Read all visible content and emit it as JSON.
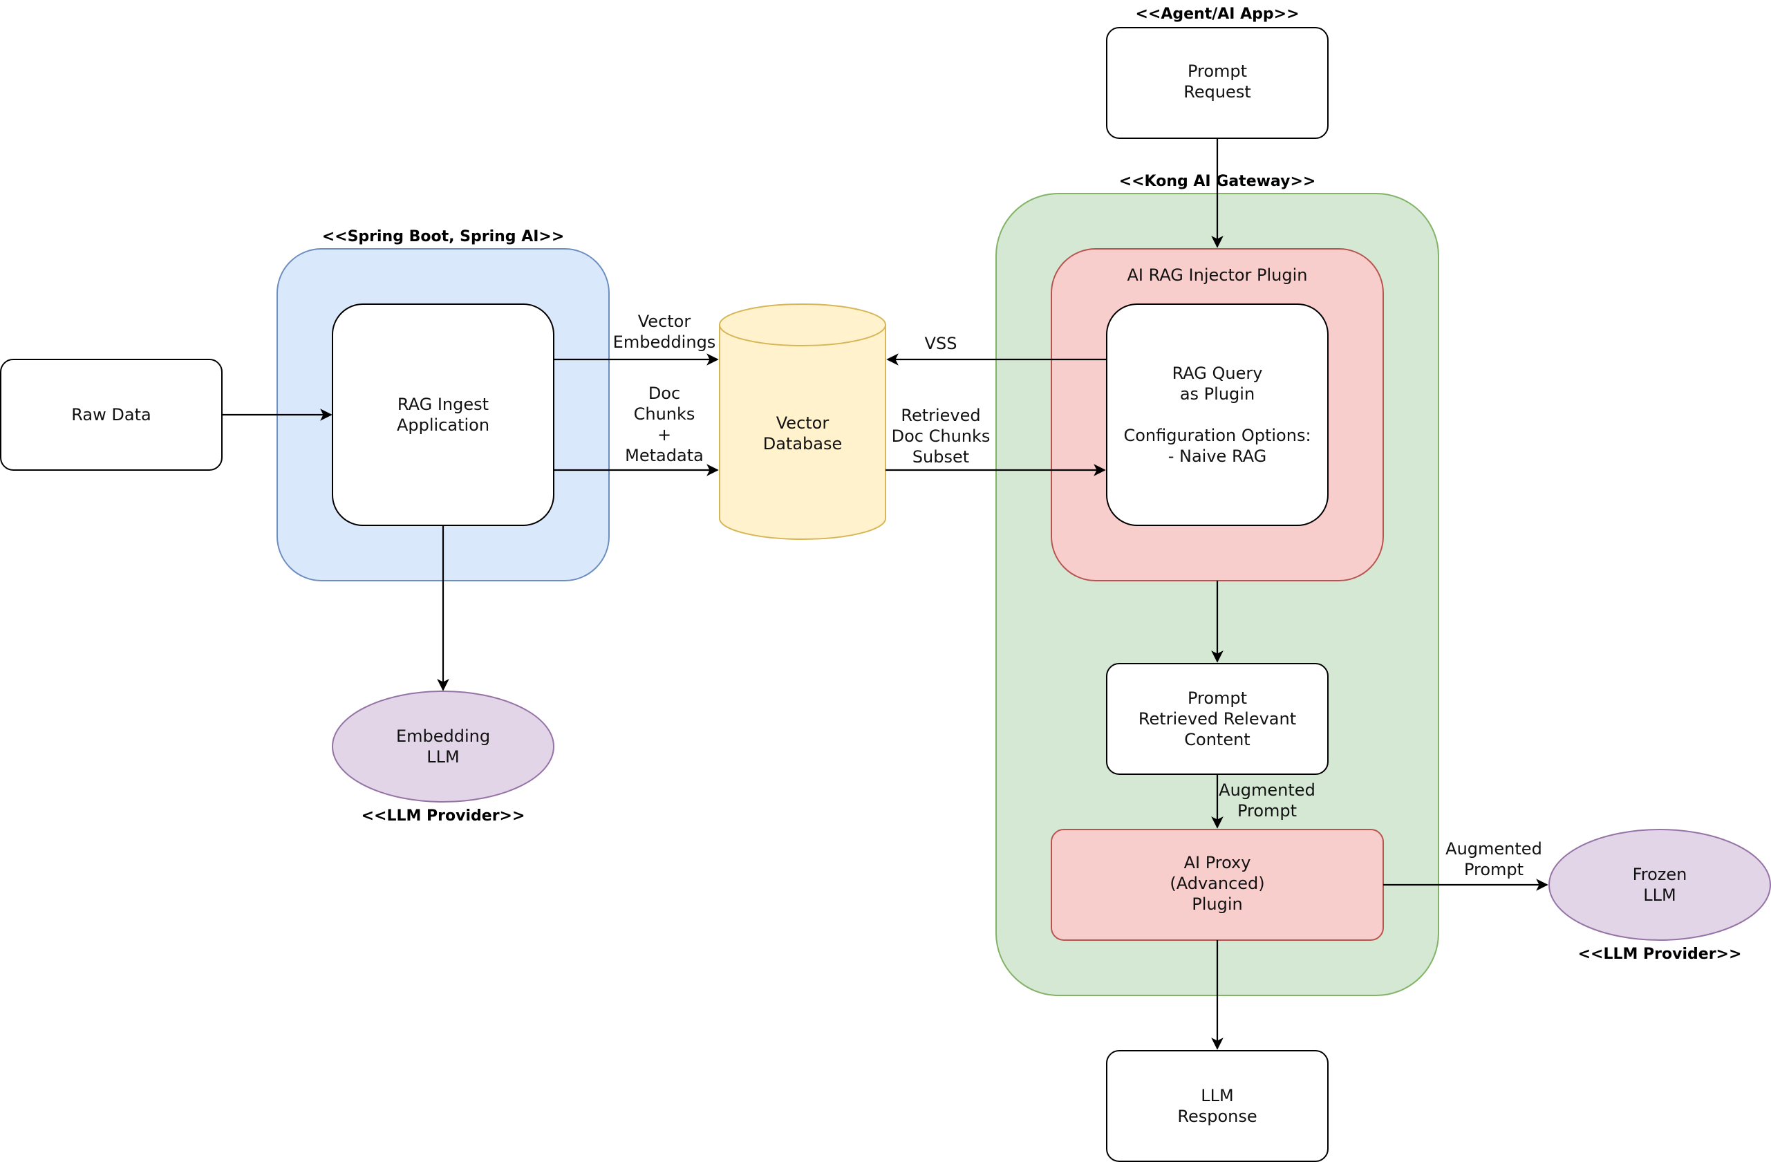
{
  "stereotypes": {
    "agent_app": "<<Agent/AI App>>",
    "kong_gateway": "<<Kong AI Gateway>>",
    "spring": "<<Spring Boot, Spring AI>>",
    "llm_provider_left": "<<LLM Provider>>",
    "llm_provider_right": "<<LLM Provider>>"
  },
  "nodes": {
    "raw_data": [
      "Raw Data"
    ],
    "rag_ingest": [
      "RAG Ingest",
      "Application"
    ],
    "embedding_llm": [
      "Embedding",
      "LLM"
    ],
    "vector_db": [
      "Vector",
      "Database"
    ],
    "prompt_request": [
      "Prompt",
      "Request"
    ],
    "rag_injector_title": "AI RAG Injector Plugin",
    "rag_query": [
      "RAG Query",
      "as Plugin",
      "",
      "Configuration Options:",
      "- Naive RAG"
    ],
    "prompt_retrieved": [
      "Prompt",
      "Retrieved Relevant",
      "Content"
    ],
    "ai_proxy": [
      "AI Proxy",
      "(Advanced)",
      "Plugin"
    ],
    "frozen_llm": [
      "Frozen",
      "LLM"
    ],
    "llm_response": [
      "LLM",
      "Response"
    ]
  },
  "edge_labels": {
    "vector_embeddings": [
      "Vector",
      "Embeddings"
    ],
    "doc_chunks": [
      "Doc",
      "Chunks",
      "+",
      "Metadata"
    ],
    "vss": [
      "VSS"
    ],
    "retrieved": [
      "Retrieved",
      "Doc Chunks",
      "Subset"
    ],
    "augmented_inner": [
      "Augmented",
      "Prompt"
    ],
    "augmented_outer": [
      "Augmented",
      "Prompt"
    ]
  },
  "colors": {
    "spring_fill": "#dae8fc",
    "spring_stroke": "#6c8ebf",
    "kong_fill": "#d5e8d4",
    "kong_stroke": "#82b366",
    "plugin_fill": "#f8cecc",
    "plugin_stroke": "#b85450",
    "db_fill": "#fff2cc",
    "db_stroke": "#d6b656",
    "llm_fill": "#e1d5e7",
    "llm_stroke": "#9673a6"
  }
}
